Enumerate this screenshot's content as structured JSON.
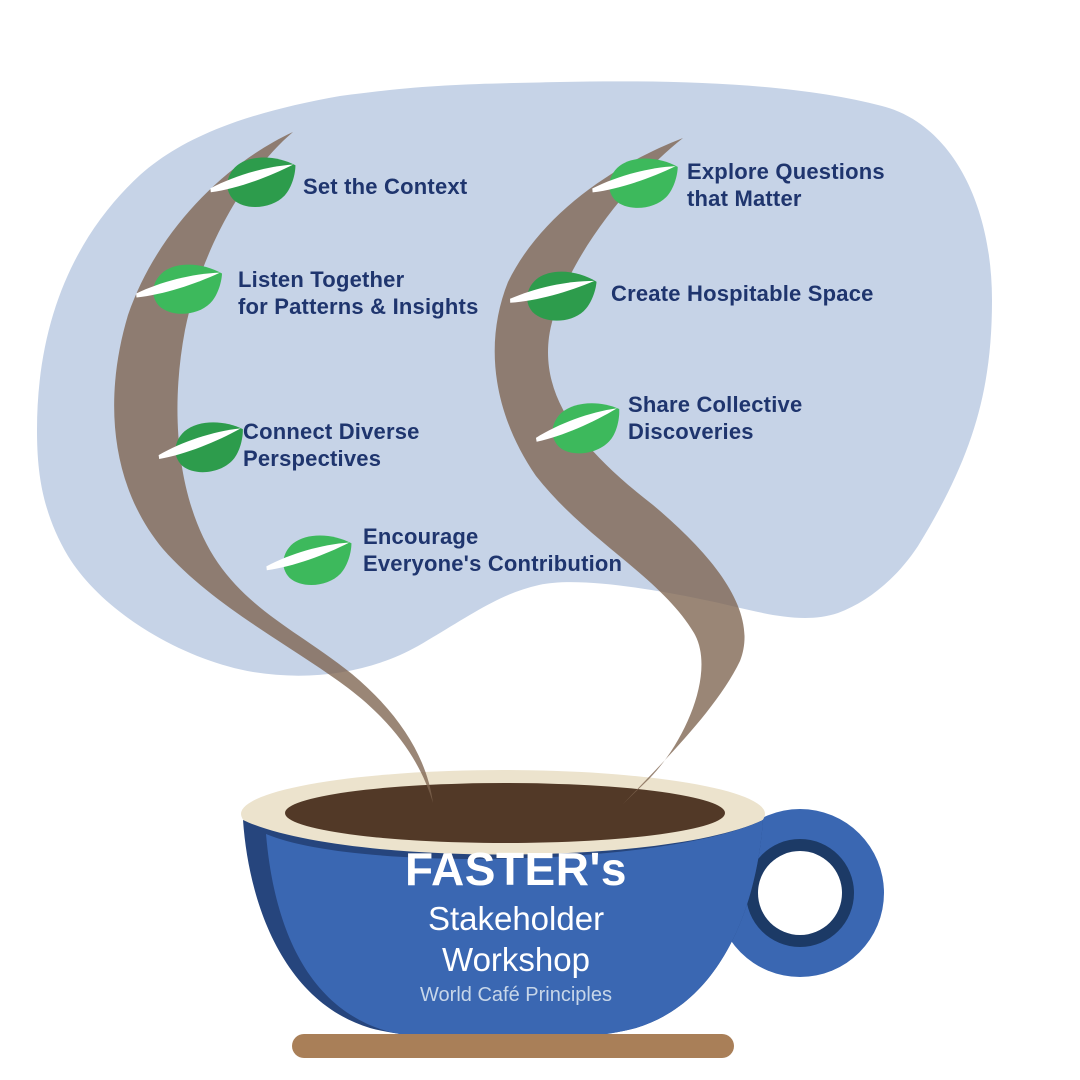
{
  "infographic": {
    "title": "FASTER's Stakeholder Workshop — World Café Principles",
    "principles": [
      {
        "label": "Set the Context",
        "side": "left"
      },
      {
        "label": "Listen Together\nfor Patterns & Insights",
        "side": "left"
      },
      {
        "label": "Connect Diverse\nPerspectives",
        "side": "left"
      },
      {
        "label": "Encourage\nEveryone's Contribution",
        "side": "left"
      },
      {
        "label": "Explore Questions\nthat Matter",
        "side": "right"
      },
      {
        "label": "Create Hospitable Space",
        "side": "right"
      },
      {
        "label": "Share Collective\nDiscoveries",
        "side": "right"
      }
    ],
    "cup": {
      "title": "FASTER's",
      "subtitle_line1": "Stakeholder",
      "subtitle_line2": "Workshop",
      "caption": "World Café Principles"
    },
    "colors": {
      "cloud_blue": "#C6D3E7",
      "steam_taupe": "#7D6450",
      "leaf_dark_green": "#2D9C4C",
      "leaf_bright_green": "#3DB95C",
      "text_navy": "#1F356E",
      "cup_blue": "#3A67B2",
      "cup_shadow_navy": "#26457D",
      "handle_ring_navy": "#1C3A66",
      "coffee_brown": "#523927",
      "rim_cream": "#ECE3CD",
      "saucer_brown": "#A97F58"
    }
  }
}
